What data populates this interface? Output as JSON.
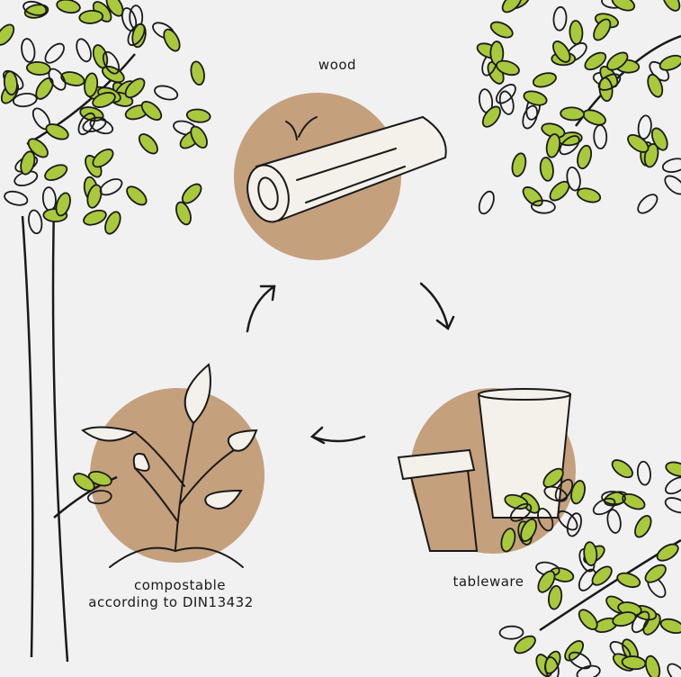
{
  "diagram": {
    "title_labels": {
      "wood": "wood",
      "tableware": "tableware",
      "compostable_line1": "compostable",
      "compostable_line2": "according to DIN13432"
    },
    "cycle_order": [
      "wood",
      "tableware",
      "compostable"
    ],
    "colors": {
      "background": "#f1f1f1",
      "kraft": "#c4a07c",
      "leaf": "#a9c93c",
      "ink": "#1a1a1a"
    }
  }
}
